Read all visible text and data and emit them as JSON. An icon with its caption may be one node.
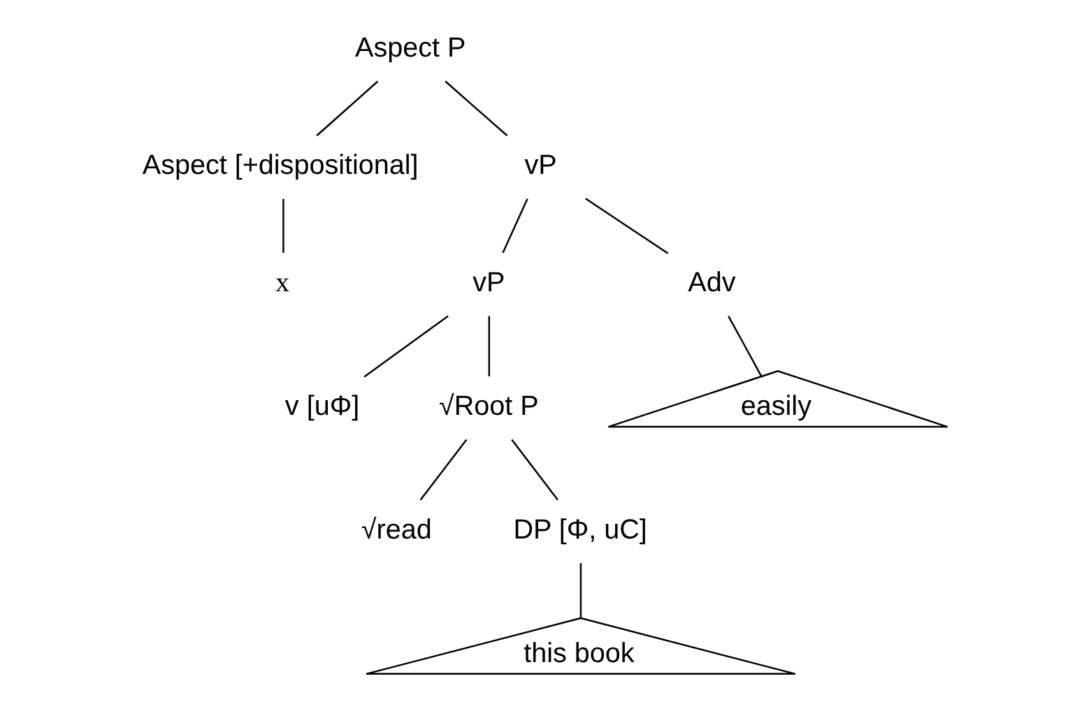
{
  "diagram": {
    "nodes": [
      {
        "text": [
          "Aspect P"
        ]
      },
      {
        "text": [
          "Aspect [+dispositional]"
        ]
      },
      {
        "text": [
          "vP"
        ]
      },
      {
        "text": [
          "vP"
        ]
      },
      {
        "text": [
          "Adv"
        ]
      },
      {
        "text": [
          "v [uΦ]"
        ]
      },
      {
        "text": [
          "√Root P"
        ]
      },
      {
        "text": [
          "easily"
        ]
      },
      {
        "text": [
          "√read"
        ]
      },
      {
        "text": [
          "DP [Φ, uC]"
        ]
      },
      {
        "text": [
          "this book"
        ]
      },
      {
        "text": [
          "x"
        ]
      }
    ],
    "edges": [
      {
        "from": 0,
        "to": 1,
        "arrow": "none"
      },
      {
        "from": 0,
        "to": 2,
        "arrow": "none"
      },
      {
        "from": 2,
        "to": 3,
        "arrow": "none"
      },
      {
        "from": 2,
        "to": 4,
        "arrow": "none"
      },
      {
        "from": 3,
        "to": 5,
        "arrow": "none"
      },
      {
        "from": 3,
        "to": 6,
        "arrow": "none"
      },
      {
        "from": 4,
        "to": 7,
        "arrow": "none"
      },
      {
        "from": 6,
        "to": 8,
        "arrow": "none"
      },
      {
        "from": 6,
        "to": 9,
        "arrow": "none"
      },
      {
        "from": 9,
        "to": 10,
        "arrow": "none"
      },
      {
        "from": 1,
        "to": 11,
        "arrow": "none"
      }
    ]
  }
}
